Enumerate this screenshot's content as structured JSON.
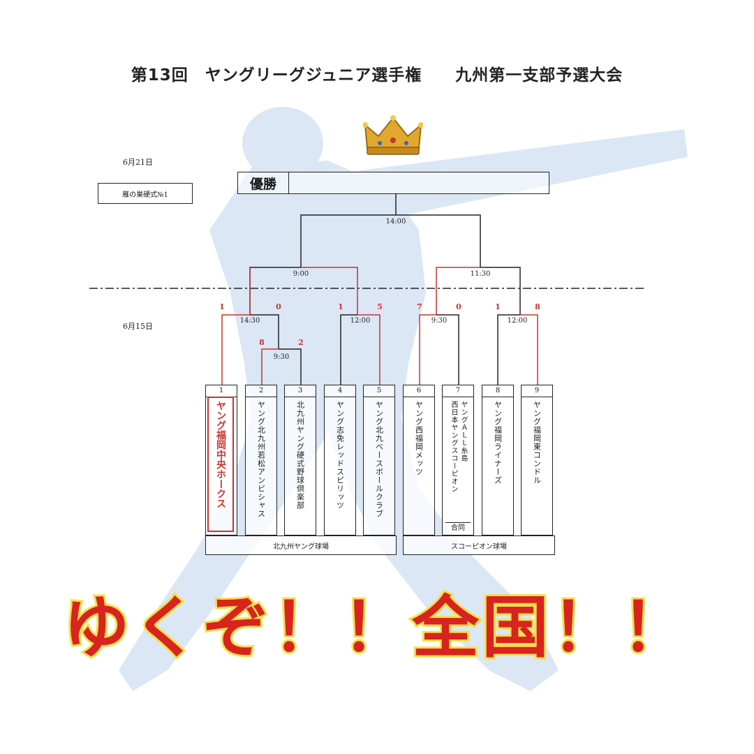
{
  "title": "第13回　ヤングリーグジュニア選手権　　九州第一支部予選大会",
  "dates": {
    "final_day": "6月21日",
    "first_day": "6月15日"
  },
  "final_venue": "雁の巣硬式№1",
  "winner_label": "優勝",
  "times": {
    "final": "14:00",
    "semi_left": "9:00",
    "semi_right": "11:30",
    "qf_1": "14:30",
    "qf_2": "12:00",
    "qf_3": "9:30",
    "qf_4": "12:00",
    "r1": "9:30"
  },
  "scores": {
    "qf_1_left": "1",
    "qf_1_right": "0",
    "r1_left": "8",
    "r1_right": "2",
    "qf_2_left": "1",
    "qf_2_right": "5",
    "qf_3_left": "7",
    "qf_3_right": "0",
    "qf_4_left": "1",
    "qf_4_right": "8"
  },
  "teams": [
    {
      "seed": "1",
      "name": [
        "ヤング福岡中央ホークス"
      ],
      "champion": true
    },
    {
      "seed": "2",
      "name": [
        "ヤング北九州若松アンビシャス"
      ]
    },
    {
      "seed": "3",
      "name": [
        "北九州ヤング硬式野球倶楽部"
      ]
    },
    {
      "seed": "4",
      "name": [
        "ヤング志免レッドスピリッツ"
      ]
    },
    {
      "seed": "5",
      "name": [
        "ヤング北九ベースボールクラブ"
      ]
    },
    {
      "seed": "6",
      "name": [
        "ヤング西福岡メッツ"
      ]
    },
    {
      "seed": "7",
      "name": [
        "西日本ヤングスコーピオン",
        "ヤングＡＬＬ糸島"
      ],
      "joint": "合同"
    },
    {
      "seed": "8",
      "name": [
        "ヤング福岡ライナーズ"
      ]
    },
    {
      "seed": "9",
      "name": [
        "ヤング福岡東コンドル"
      ]
    }
  ],
  "grounds": {
    "left": "北九州ヤング球場",
    "right": "スコーピオン球場"
  },
  "slogan": "ゆくぞ！！全国！！",
  "colors": {
    "win_line": "#c8332d",
    "silhouette": "#d9e6f5",
    "slogan_fill": "#d8231f",
    "slogan_outline": "#f6e04a"
  }
}
